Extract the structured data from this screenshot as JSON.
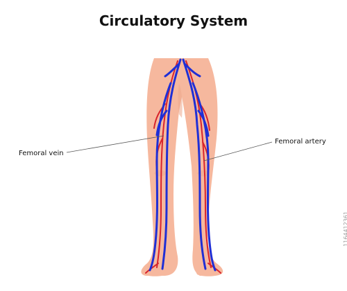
{
  "title": "Circulatory System",
  "labels": {
    "vein": "Femoral vein",
    "artery": "Femoral artery"
  },
  "stock_id": "1164412361",
  "colors": {
    "skin": "#f6b89e",
    "skin_shadow": "#eda88c",
    "vein": "#1f2fd6",
    "artery": "#d8242c",
    "leader": "#555555"
  }
}
